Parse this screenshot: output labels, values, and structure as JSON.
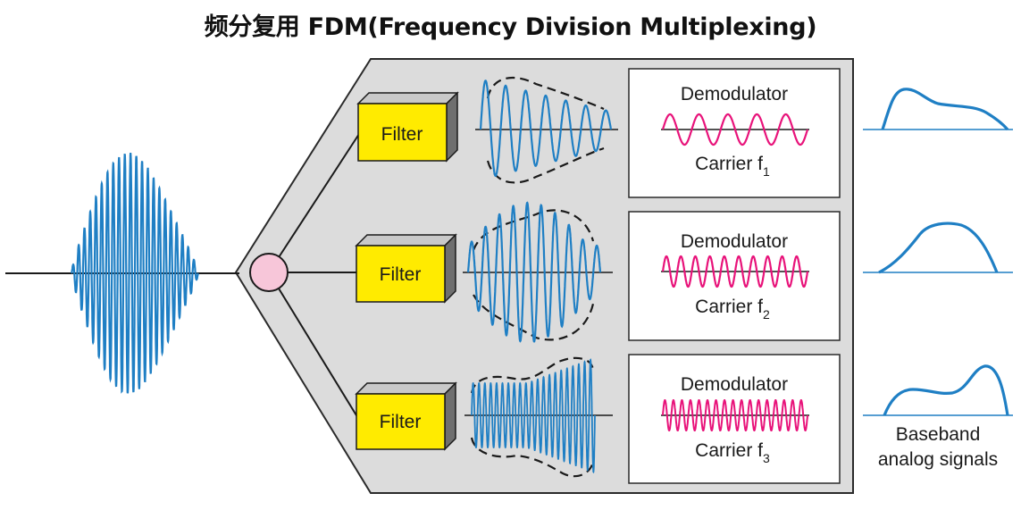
{
  "title": "频分复用 FDM(Frequency Division Multiplexing)",
  "filters": [
    {
      "label": "Filter"
    },
    {
      "label": "Filter"
    },
    {
      "label": "Filter"
    }
  ],
  "demodulators": [
    {
      "title": "Demodulator",
      "carrier_text": "Carrier f",
      "subscript": "1",
      "cycles": 5
    },
    {
      "title": "Demodulator",
      "carrier_text": "Carrier f",
      "subscript": "2",
      "cycles": 10
    },
    {
      "title": "Demodulator",
      "carrier_text": "Carrier f",
      "subscript": "3",
      "cycles": 17
    }
  ],
  "output_label_line1": "Baseband",
  "output_label_line2": "analog signals",
  "colors": {
    "signal_wave": "#1f7fc4",
    "carrier_wave": "#e8137a",
    "filter_face": "#ffeb00",
    "panel_fill": "#dcdcdc",
    "junction_fill": "#f7c6d9"
  }
}
